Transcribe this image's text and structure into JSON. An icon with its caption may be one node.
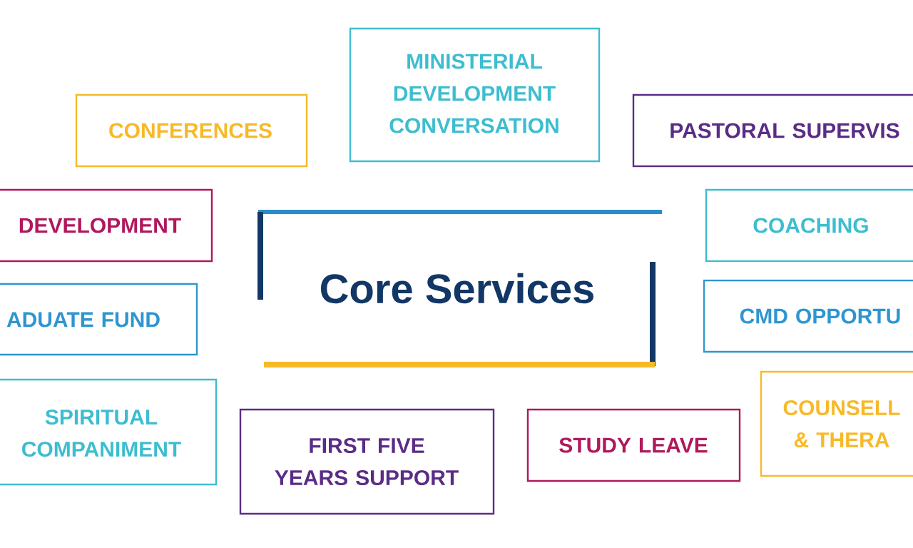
{
  "diagram": {
    "nodes": [
      {
        "text": [
          "Core Services"
        ]
      },
      {
        "text": [
          "MINISTERIAL DEVELOPMENT CONVERSATION"
        ]
      },
      {
        "text": [
          "CONFERENCES"
        ]
      },
      {
        "text": [
          "PASTORAL SUPERVIS"
        ]
      },
      {
        "text": [
          "DEVELOPMENT"
        ]
      },
      {
        "text": [
          "COACHING"
        ]
      },
      {
        "text": [
          "ADUATE FUND"
        ]
      },
      {
        "text": [
          "CMD OPPORTU"
        ]
      },
      {
        "text": [
          "SPIRITUAL COMPANIMENT"
        ]
      },
      {
        "text": [
          "FIRST FIVE YEARS SUPPORT"
        ]
      },
      {
        "text": [
          "STUDY LEAVE"
        ]
      },
      {
        "text": [
          "COUNSELL & THERA"
        ]
      }
    ]
  }
}
